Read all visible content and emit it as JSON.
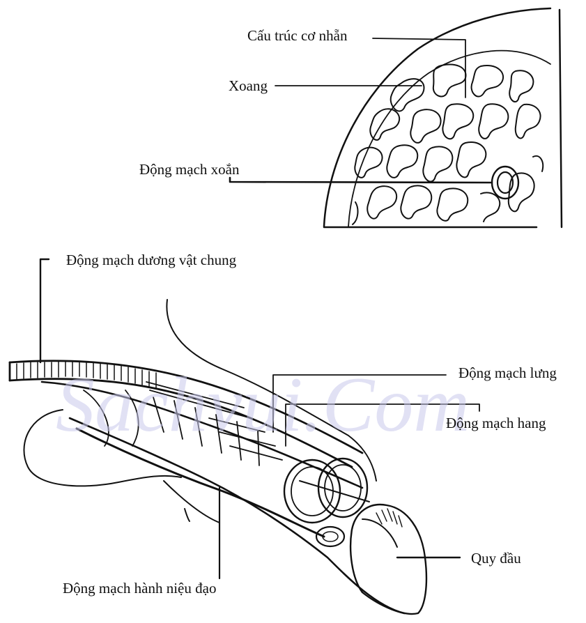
{
  "labels": {
    "smooth_muscle": "Cấu trúc cơ nhẵn",
    "sinus": "Xoang",
    "helicine_artery": "Động mạch xoắn",
    "common_penile_artery": "Động mạch dương vật chung",
    "dorsal_artery": "Động mạch lưng",
    "cavernous_artery": "Động mạch hang",
    "glans": "Quy đầu",
    "bulbourethral_artery": "Động mạch hành niệu đạo"
  },
  "watermark": "Sachvui.Com",
  "colors": {
    "ink": "#111111",
    "watermark": "#c9c9ec",
    "background": "#ffffff"
  }
}
